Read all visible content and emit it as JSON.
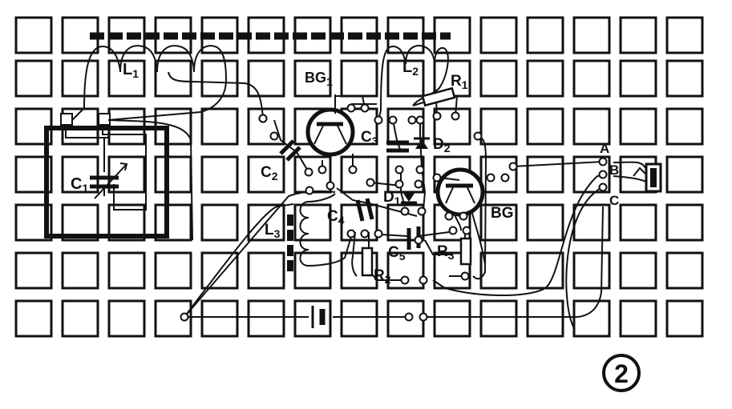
{
  "labels": {
    "L1": "L1",
    "L2": "L2",
    "L3": "L3",
    "BG1": "BG1",
    "BG": "BG",
    "C1": "C1",
    "C2": "C2",
    "C3": "C3",
    "C4": "C4",
    "C5": "C5",
    "R1": "R1",
    "R2": "R2",
    "R3": "R3",
    "D1": "D1",
    "D2": "D2",
    "A": "A",
    "B": "B",
    "C": "C"
  },
  "figure_number": "2",
  "colors": {
    "ink": "#111111",
    "paper": "#ffffff"
  }
}
